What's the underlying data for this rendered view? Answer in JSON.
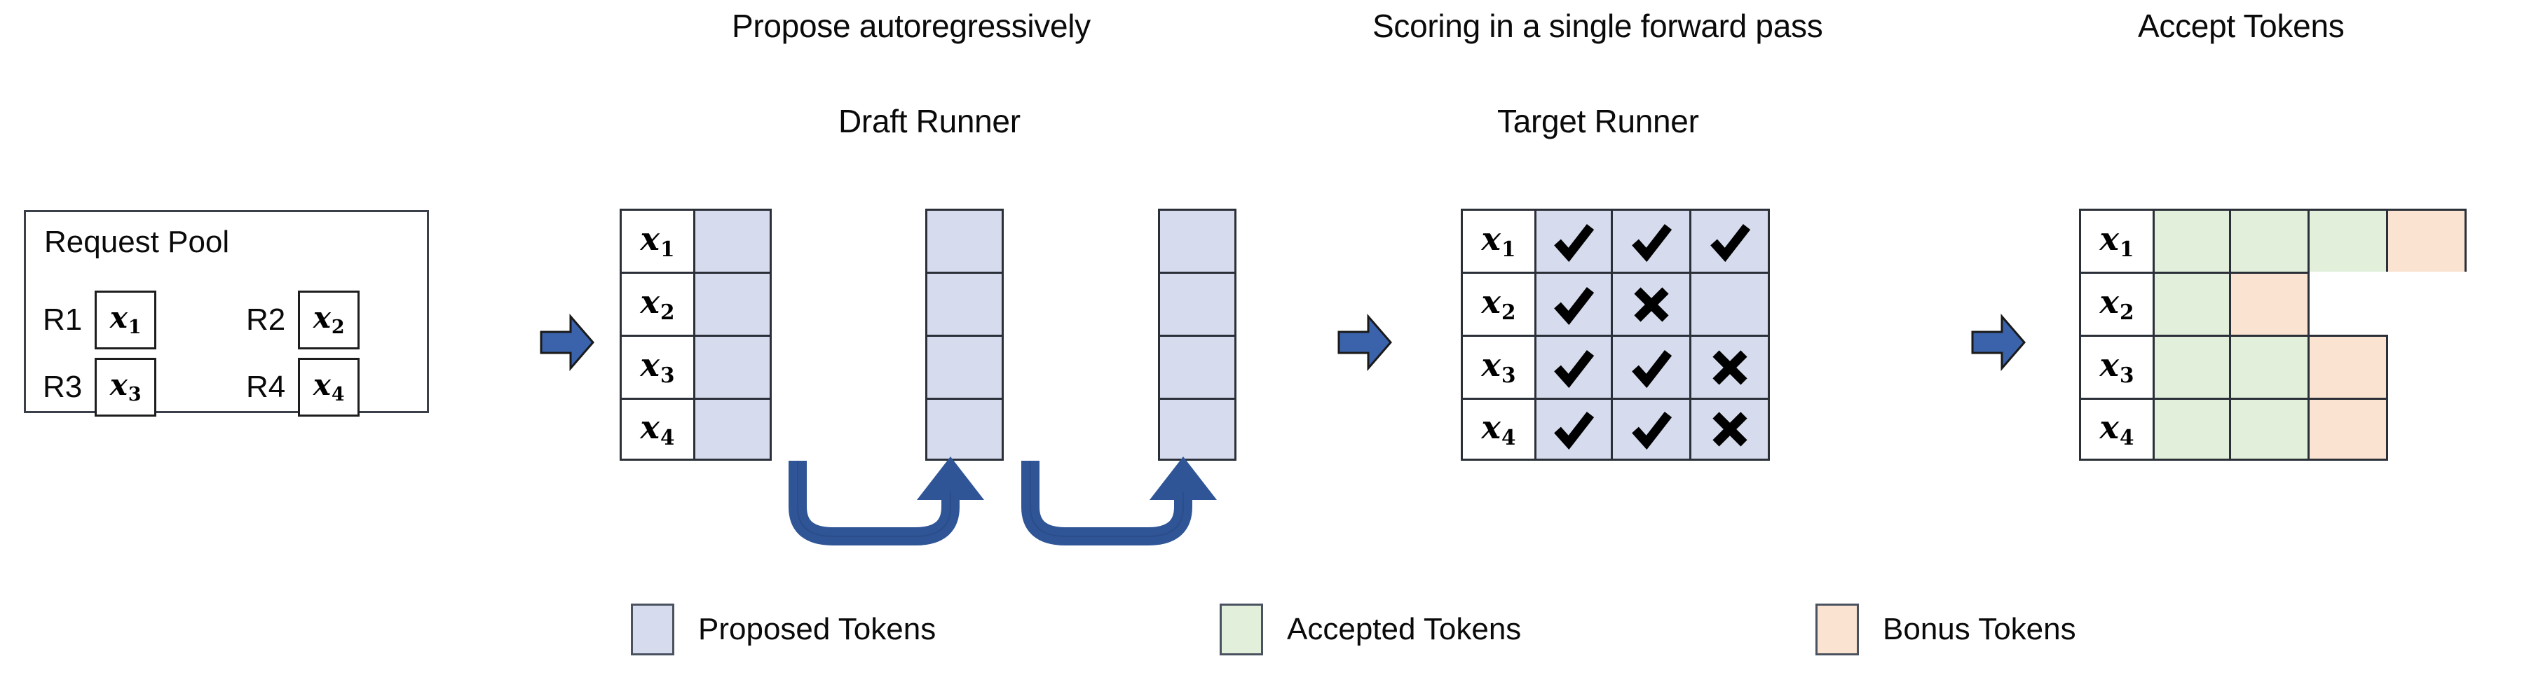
{
  "headings": {
    "propose": "Propose autoregressively",
    "draft_runner": "Draft Runner",
    "scoring": "Scoring in a single forward pass",
    "target_runner": "Target Runner",
    "accept": "Accept Tokens"
  },
  "request_pool": {
    "title": "Request Pool",
    "requests": [
      {
        "id": "R1",
        "token": "x",
        "sub": "1"
      },
      {
        "id": "R2",
        "token": "x",
        "sub": "2"
      },
      {
        "id": "R3",
        "token": "x",
        "sub": "3"
      },
      {
        "id": "R4",
        "token": "x",
        "sub": "4"
      }
    ]
  },
  "row_labels": [
    {
      "token": "x",
      "sub": "1"
    },
    {
      "token": "x",
      "sub": "2"
    },
    {
      "token": "x",
      "sub": "3"
    },
    {
      "token": "x",
      "sub": "4"
    }
  ],
  "draft_runner": {
    "steps": 3,
    "rows": 4,
    "cells": [
      [
        "proposed",
        "proposed",
        "proposed"
      ],
      [
        "proposed",
        "proposed",
        "proposed"
      ],
      [
        "proposed",
        "proposed",
        "proposed"
      ],
      [
        "proposed",
        "proposed",
        "proposed"
      ]
    ],
    "loop_arrows": 2
  },
  "target_runner": {
    "marks": [
      [
        "check",
        "check",
        "check"
      ],
      [
        "check",
        "cross",
        "none"
      ],
      [
        "check",
        "check",
        "cross"
      ],
      [
        "check",
        "check",
        "cross"
      ]
    ]
  },
  "accept_tokens": {
    "rows": [
      [
        "accepted",
        "accepted",
        "accepted",
        "bonus"
      ],
      [
        "accepted",
        "bonus"
      ],
      [
        "accepted",
        "accepted",
        "bonus"
      ],
      [
        "accepted",
        "accepted",
        "bonus"
      ]
    ]
  },
  "legend": [
    {
      "label": "Proposed Tokens",
      "color": "#d6dcee",
      "key": "proposed"
    },
    {
      "label": "Accepted Tokens",
      "color": "#e2efda",
      "key": "accepted"
    },
    {
      "label": "Bonus Tokens",
      "color": "#fae3d0",
      "key": "bonus"
    }
  ],
  "colors": {
    "proposed": "#d6dcee",
    "accepted": "#e2efda",
    "bonus": "#fae3d0",
    "arrow_fill": "#3b63ab",
    "arrow_stroke": "#1f3864",
    "border": "#2b2f38"
  },
  "arrows": {
    "pool_to_draft": "block-arrow-right",
    "draft_to_target": "block-arrow-right",
    "target_to_accept": "block-arrow-right"
  }
}
